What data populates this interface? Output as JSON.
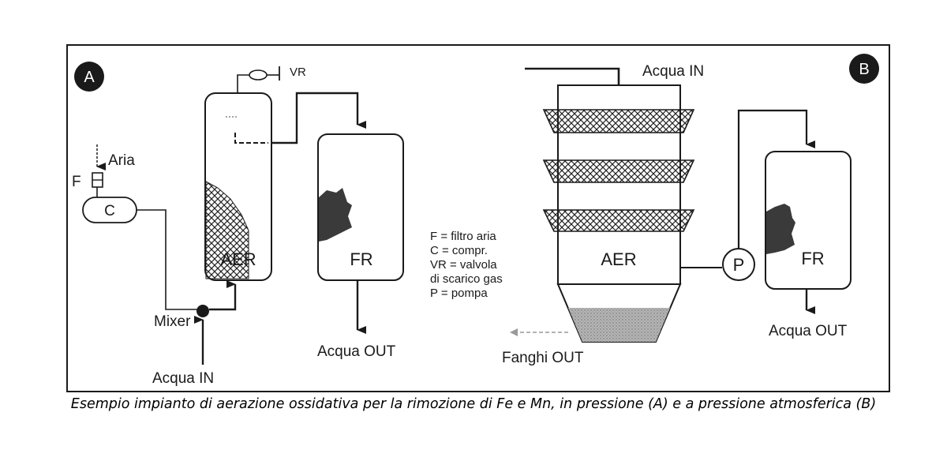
{
  "panel_a": {
    "badge": "A",
    "air_label": "Aria",
    "filter_label": "F",
    "compressor_label": "C",
    "vent_label": "VR",
    "aerator_label": "AER",
    "filter_tank_label": "FR",
    "mixer_label": "Mixer",
    "water_in_label": "Acqua  IN",
    "water_out_label": "Acqua OUT"
  },
  "panel_b": {
    "badge": "B",
    "water_in_label": "Acqua  IN",
    "aerator_label": "AER",
    "pump_label": "P",
    "filter_tank_label": "FR",
    "water_out_label": "Acqua OUT",
    "sludge_out_label": "Fanghi OUT"
  },
  "legend": [
    "F = filtro aria",
    "C = compr.",
    "VR = valvola",
    "di scarico gas",
    "P = pompa"
  ],
  "caption": "Esempio impianto di aerazione ossidativa per la rimozione di Fe e Mn, in pressione (A) e a pressione atmosferica (B)",
  "colors": {
    "ink": "#1a1a1a",
    "fill_dark": "#333333",
    "sludge": "#a8a8a8"
  }
}
